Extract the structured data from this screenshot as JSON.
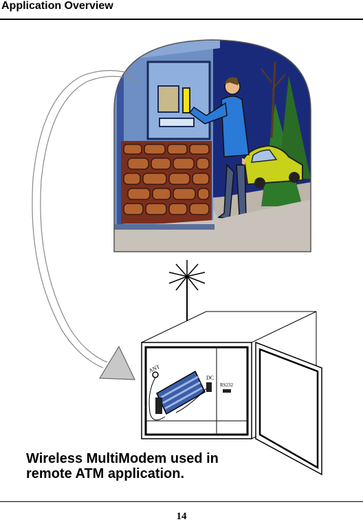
{
  "header": {
    "title": "Application Overview"
  },
  "illustration": {
    "labels": {
      "antenna": "ANT",
      "dc": "DC",
      "rs232": "RS232"
    },
    "colors": {
      "sky": "#1a2a7a",
      "wall": "#6e8fc4",
      "brick": "#7a2e1e",
      "stone_fill": "#b3632f",
      "car": "#c8d21a",
      "man_shirt": "#2a7ad8",
      "ground": "#c9c2ba"
    }
  },
  "caption": {
    "line1": "Wireless MultiModem used in",
    "line2": "remote ATM application."
  },
  "footer": {
    "page_number": "14"
  }
}
